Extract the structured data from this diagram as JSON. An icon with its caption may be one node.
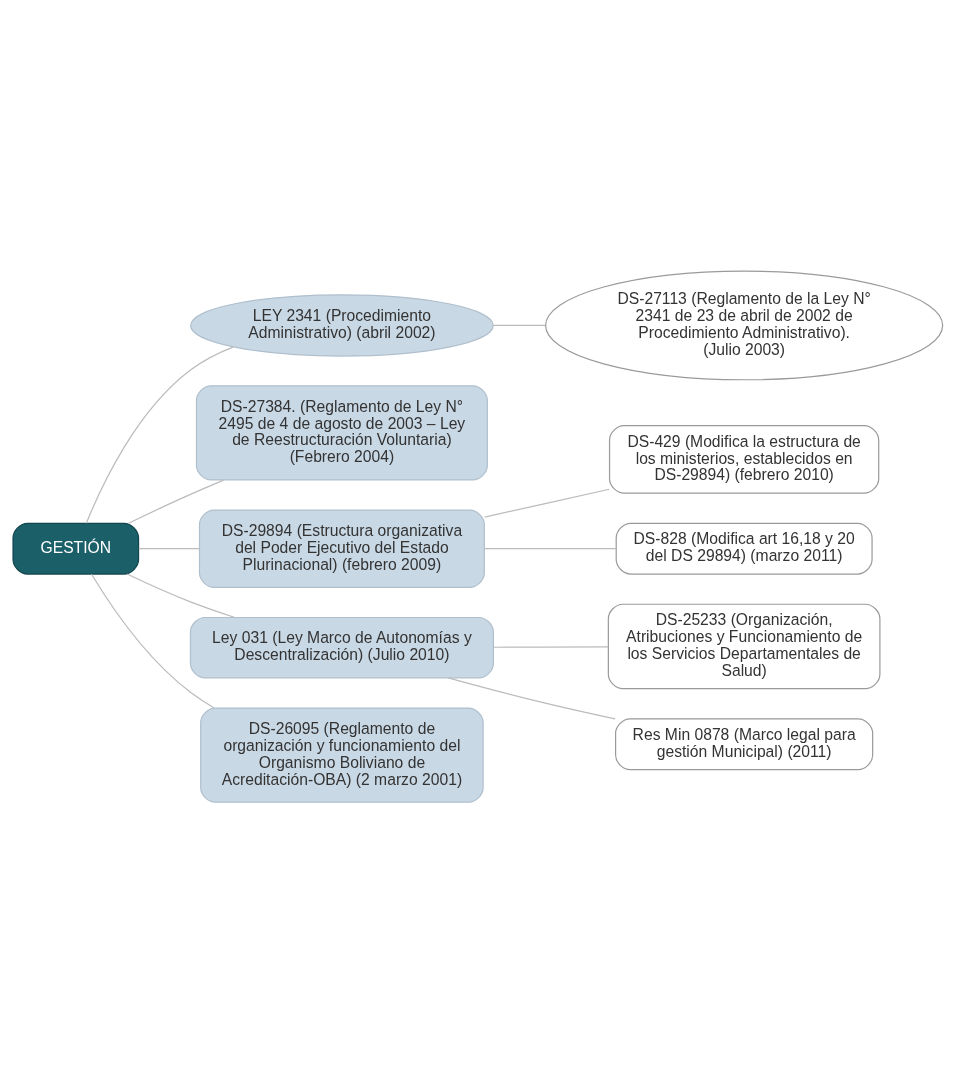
{
  "diagram": {
    "nodes": [
      {
        "text": [
          "GESTIÓN"
        ]
      },
      {
        "text": [
          "LEY 2341 (Procedimiento Administrativo) (abril 2002)"
        ]
      },
      {
        "text": [
          "DS-27113 (Reglamento de la Ley N° 2341 de 23 de abril de 2002 de Procedimiento Administrativo). (Julio 2003)"
        ]
      },
      {
        "text": [
          "DS-27384. (Reglamento de Ley N° 2495 de 4 de agosto de 2003 – Ley de Reestructuración Voluntaria) (Febrero 2004)"
        ]
      },
      {
        "text": [
          "DS-29894 (Estructura organizativa del Poder Ejecutivo del Estado Plurinacional) (febrero 2009)"
        ]
      },
      {
        "text": [
          "DS-429 (Modifica la estructura de los ministerios, establecidos en DS-29894) (febrero 2010)"
        ]
      },
      {
        "text": [
          "DS-828 (Modifica art 16,18 y 20 del DS 29894) (marzo 2011)"
        ]
      },
      {
        "text": [
          "Ley 031 (Ley Marco de Autonomías y Descentralización) (Julio 2010)"
        ]
      },
      {
        "text": [
          "DS-25233 (Organización, Atribuciones y Funcionamiento de los Servicios Departamentales de Salud)"
        ]
      },
      {
        "text": [
          "Res Min 0878 (Marco legal para gestión Municipal) (2011)"
        ]
      },
      {
        "text": [
          "DS-26095 (Reglamento de organización y funcionamiento del Organismo Boliviano de Acreditación-OBA) (2 marzo 2001)"
        ]
      }
    ],
    "edges": [
      {
        "from": 0,
        "to": 1,
        "arrow": "none"
      },
      {
        "from": 0,
        "to": 3,
        "arrow": "none"
      },
      {
        "from": 0,
        "to": 4,
        "arrow": "none"
      },
      {
        "from": 0,
        "to": 7,
        "arrow": "none"
      },
      {
        "from": 0,
        "to": 10,
        "arrow": "none"
      },
      {
        "from": 1,
        "to": 2,
        "arrow": "none"
      },
      {
        "from": 4,
        "to": 5,
        "arrow": "none"
      },
      {
        "from": 4,
        "to": 6,
        "arrow": "none"
      },
      {
        "from": 7,
        "to": 8,
        "arrow": "none"
      },
      {
        "from": 7,
        "to": 9,
        "arrow": "none"
      }
    ]
  }
}
